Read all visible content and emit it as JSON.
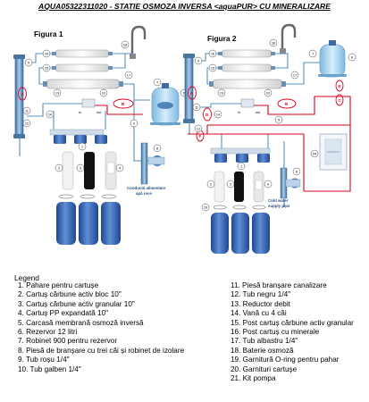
{
  "title": "AQUA05322311020 - STATIE OSMOZA INVERSA <aquaPUR> CU MINERALIZARE",
  "figure1": {
    "label": "Figura 1",
    "callout_numbers": [
      "1",
      "2",
      "3",
      "4",
      "5",
      "6",
      "7",
      "8",
      "9",
      "10",
      "11",
      "12",
      "13",
      "14",
      "15",
      "16",
      "17",
      "18"
    ],
    "line_labels": {
      "in": "in",
      "out": "out",
      "a": "A",
      "b": "B"
    },
    "inlet_caption": [
      "Conductă alimentare",
      "apă rece"
    ]
  },
  "figure2": {
    "label": "Figura 2",
    "callout_numbers": [
      "1",
      "2",
      "3",
      "4",
      "5",
      "6",
      "7",
      "8",
      "9",
      "10",
      "11",
      "12",
      "13",
      "14",
      "15",
      "16",
      "17",
      "18",
      "19",
      "20"
    ],
    "line_labels": {
      "in": "in",
      "out": "out",
      "a": "A",
      "b": "B",
      "c": "C",
      "d": "D",
      "e": "E",
      "f": "F"
    },
    "inlet_caption": [
      "Cold water",
      "supply pipe"
    ]
  },
  "legend": {
    "title": "Legend",
    "left": [
      "1. Pahare pentru cartușe",
      "2. Cartuș cărbune activ bloc 10\"",
      "3. Cartuș cărbune activ granular 10\"",
      "4. Cartuș PP expandată 10\"",
      "5. Carcasă membrană osmoză inversă",
      "6. Rezervor 12 litri",
      "7. Robinet 900 pentru rezervor",
      "8. Piesă de branșare cu trei căi și robinet de izolare",
      "9. Tub roșu 1/4\"",
      "10. Tub galben 1/4\""
    ],
    "right": [
      "11. Piesă branșare canalizare",
      "12. Tub negru 1/4\"",
      "13. Reductor debit",
      "14. Vană cu 4 căi",
      "15. Post cartuș cărbune activ granular",
      "16. Post cartuș cu minerale",
      "17. Tub albastru 1/4\"",
      "18. Baterie osmoză",
      "19. Garnitură O-ring pentru pahar",
      "20. Garnituri cartușe",
      "21. Kit  pompa"
    ]
  },
  "colors": {
    "tube_blue": "#5a8fc4",
    "tube_red": "#d9001b",
    "housing_blue": "#2c5aa8",
    "tank_blue": "#8fc7e8",
    "callout_outline": "#444444"
  }
}
